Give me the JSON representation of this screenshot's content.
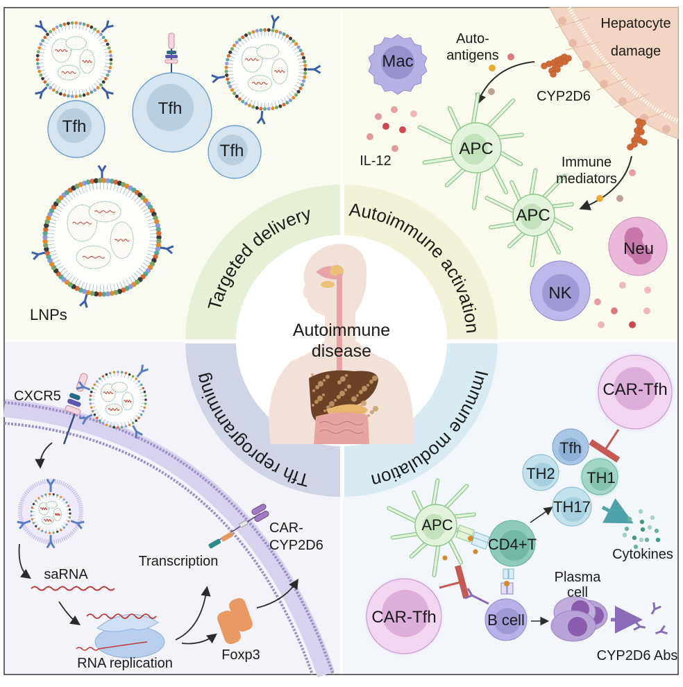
{
  "figure": {
    "center_title": [
      "Autoimmune",
      "disease"
    ],
    "quadrants": {
      "top_left": {
        "ring_label": "Targeted delivery",
        "background": "#fafbf0",
        "ring_color": "#e6f0d6",
        "cells": [
          "Tfh",
          "Tfh",
          "Tfh"
        ],
        "lnp_label": "LNPs"
      },
      "top_right": {
        "ring_label": "Autoimmune activation",
        "background": "#fbfaef",
        "ring_color": "#f3f1d8",
        "labels": {
          "mac": "Mac",
          "auto_antigens": [
            "Auto-",
            "antigens"
          ],
          "hepatocyte": [
            "Hepatocyte",
            "damage"
          ],
          "cyp2d6": "CYP2D6",
          "il12": "IL-12",
          "apc1": "APC",
          "apc2": "APC",
          "immune_mediators": [
            "Immune",
            "mediators"
          ],
          "neu": "Neu",
          "nk": "NK"
        }
      },
      "bottom_left": {
        "ring_label": "Tfh reprogramming",
        "background": "#f5f3fa",
        "ring_color": "#d0d5e6",
        "labels": {
          "cxcr5": "CXCR5",
          "sarna": "saRNA",
          "transcription": "Transcription",
          "car": [
            "CAR-",
            "CYP2D6"
          ],
          "rna_replication": "RNA replication",
          "foxp3": "Foxp3"
        }
      },
      "bottom_right": {
        "ring_label": "Immune modulation",
        "background": "#f3f6fb",
        "ring_color": "#d9ebf2",
        "labels": {
          "car_tfh_top": "CAR-Tfh",
          "car_tfh_bottom": "CAR-Tfh",
          "tfh": "Tfh",
          "th2": "TH2",
          "th1": "TH1",
          "th17": "TH17",
          "apc": "APC",
          "cd4t": "CD4+T",
          "cytokines": "Cytokines",
          "plasma_cell": [
            "Plasma",
            "cell"
          ],
          "b_cell": "B cell",
          "abs": "CYP2D6 Abs"
        }
      }
    },
    "colors": {
      "tfh_cell": "#d6e4f0",
      "tfh_nucleus": "#b9cfe0",
      "tfh_stroke": "#6a9ccb",
      "apc_fill": "#e3f3dd",
      "apc_stroke": "#8cc78a",
      "apc_nucleus": "#c3e2bb",
      "mac_fill": "#b6b2e4",
      "mac_nucleus": "#9791cf",
      "nk_fill": "#bdb8ea",
      "nk_nucleus": "#9f98d6",
      "neu_fill": "#eab8d8",
      "neu_nucleus": "#c777aa",
      "hepatocyte": "#f3d5c3",
      "cyp2d6": "#cf6a36",
      "car_tfh_fill": "#f2d6ef",
      "car_tfh_nucleus": "#dcaed9",
      "cd4t_fill": "#8ecbbb",
      "th1_fill": "#a3d6c6",
      "th_fill": "#c3e1ea",
      "b_cell_fill": "#b9b1ea",
      "plasma_fill": "#b8a3d6",
      "membrane": "#9c90c7",
      "antibody_blue": "#3b5da6",
      "antibody_purple": "#8a6bb8",
      "inhibit_red": "#c55a52",
      "rna_red": "#c23a33",
      "foxp3": "#e89a62",
      "ribosome": "#b8cfee"
    }
  }
}
